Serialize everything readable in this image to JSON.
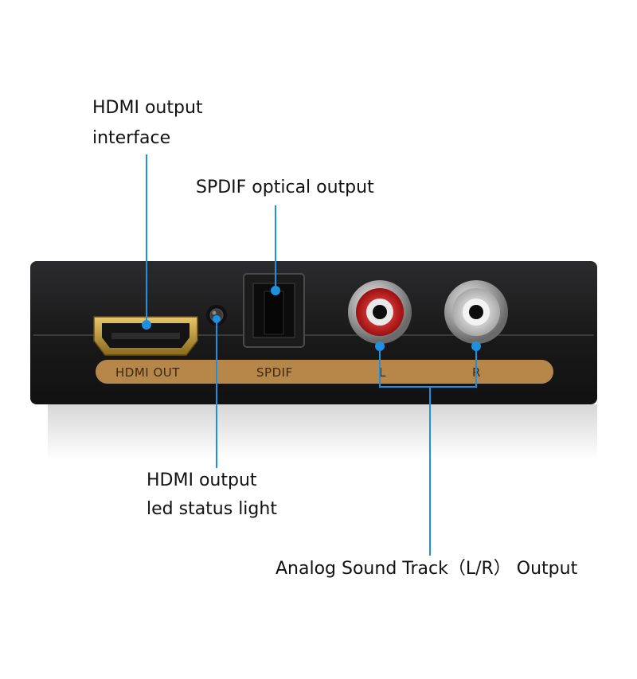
{
  "callouts": {
    "hdmi_output": {
      "line1": "HDMI output",
      "line2": "interface"
    },
    "spdif": {
      "text": "SPDIF optical output"
    },
    "led": {
      "line1": "HDMI output",
      "line2": "led status light"
    },
    "analog": {
      "text": "Analog Sound Track（L/R） Output"
    }
  },
  "device_panel": {
    "hdmi_label": "HDMI OUT",
    "spdif_label": "SPDIF",
    "left_label": "L",
    "right_label": "R"
  },
  "colors": {
    "callout_line": "#1f8fe0",
    "device_body": "#1c1c1e",
    "label_strip": "#b7874a",
    "rca_left": "#d11f1f",
    "rca_right": "#e6e6e6",
    "hdmi_port": "#c9a23c"
  }
}
